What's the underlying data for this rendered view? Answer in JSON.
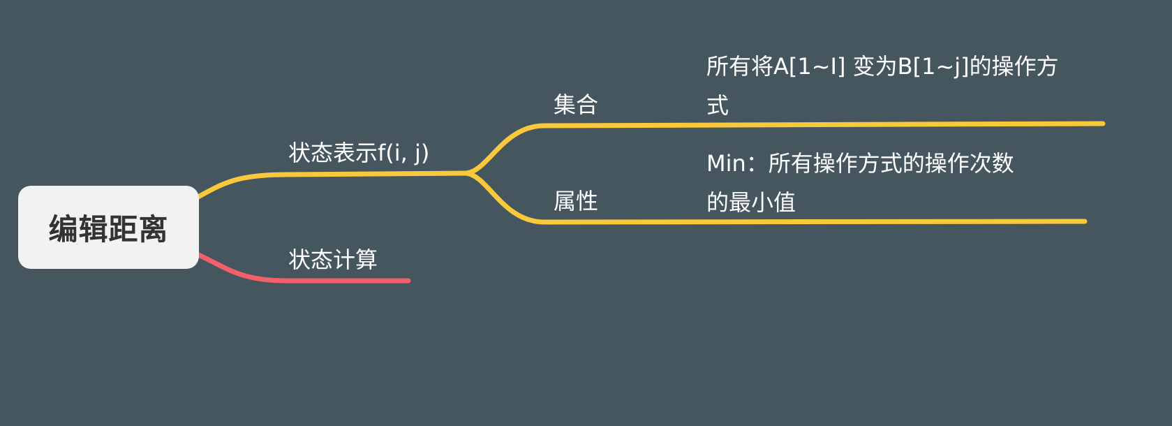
{
  "root": {
    "label": "编辑距离"
  },
  "branches": {
    "state_repr": {
      "label": "状态表示f(i, j)"
    },
    "state_calc": {
      "label": "状态计算"
    }
  },
  "sub_branches": {
    "set": {
      "label": "集合",
      "desc_line1": "所有将A[1~I] 变为B[1~j]的操作方",
      "desc_line2": "式"
    },
    "attr": {
      "label": "属性",
      "desc_line1": "Min：所有操作方式的操作次数",
      "desc_line2": "的最小值"
    }
  },
  "colors": {
    "background": "#46565f",
    "root_fill": "#f2f2f2",
    "yellow_branch": "#f9c93b",
    "red_branch": "#f4606a",
    "text": "#ffffff"
  }
}
